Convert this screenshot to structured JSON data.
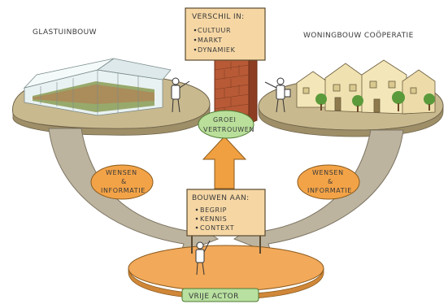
{
  "left_label": "GLASTUINBOUW",
  "right_label": "WONINGBOUW COÖPERATIE",
  "differences_sign": {
    "title": "VERSCHIL IN:",
    "items": [
      "CULTUUR",
      "MARKT",
      "DYNAMIEK"
    ]
  },
  "trust_circle": {
    "line1": "GROEI",
    "line2": "VERTROUWEN"
  },
  "left_flow": {
    "line1": "WENSEN",
    "line2": "&",
    "line3": "INFORMATIE"
  },
  "right_flow": {
    "line1": "WENSEN",
    "line2": "&",
    "line3": "INFORMATIE"
  },
  "build_sign": {
    "title": "BOUWEN AAN:",
    "items": [
      "BEGRIP",
      "KENNIS",
      "CONTEXT"
    ]
  },
  "bottom_label": "VRIJE ACTOR",
  "colors": {
    "platform_left": "#c9b98f",
    "platform_right": "#c9b98f",
    "platform_bottom": "#f2a95a",
    "arrow_gray": "#bdb49f",
    "arrow_orange": "#f0a040",
    "sign_board": "#f6d7a4",
    "trust_green": "#b9df9a",
    "oval_green": "#b8e0a0",
    "brick": "#b85a36"
  }
}
